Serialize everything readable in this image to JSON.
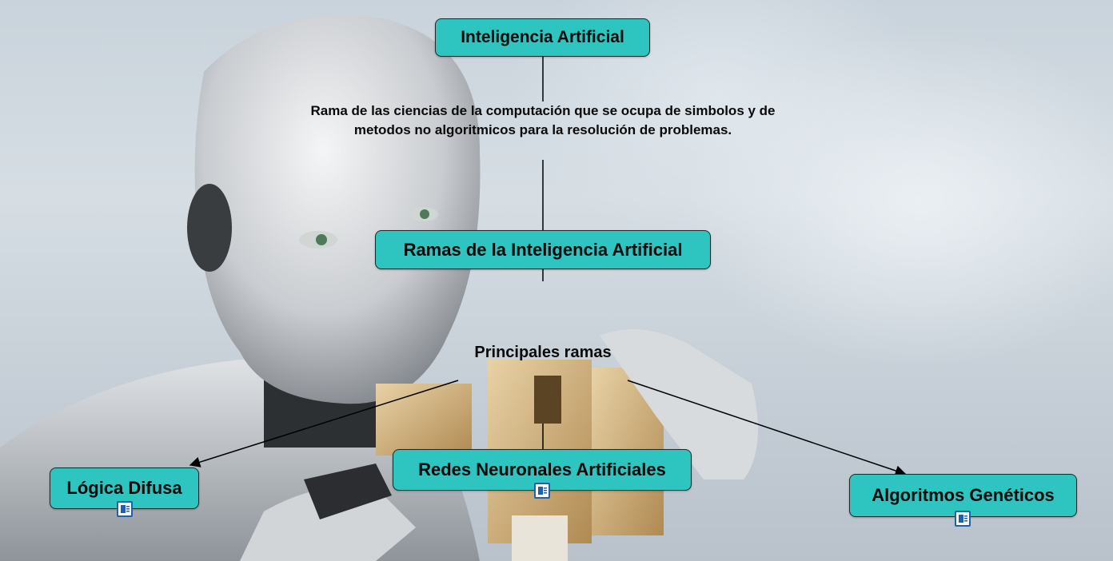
{
  "diagram": {
    "root_concept": "Inteligencia Artificial",
    "definition": "Rama de las ciencias de la computación que se ocupa de simbolos y de metodos no algoritmicos para la resolución de problemas.",
    "branches_concept": "Ramas de la Inteligencia Artificial",
    "branches_link": "Principales ramas",
    "children": [
      {
        "label": "Lógica Difusa",
        "has_resource": true
      },
      {
        "label": "Redes Neuronales Artificiales",
        "has_resource": true
      },
      {
        "label": "Algoritmos Genéticos",
        "has_resource": true
      }
    ]
  },
  "colors": {
    "concept_fill": "#2ec4c0",
    "concept_border": "#1e2a2a",
    "connector": "#000000",
    "resource_icon": "#1d5fb0"
  },
  "icons": {
    "resource": "document-resource-icon"
  }
}
